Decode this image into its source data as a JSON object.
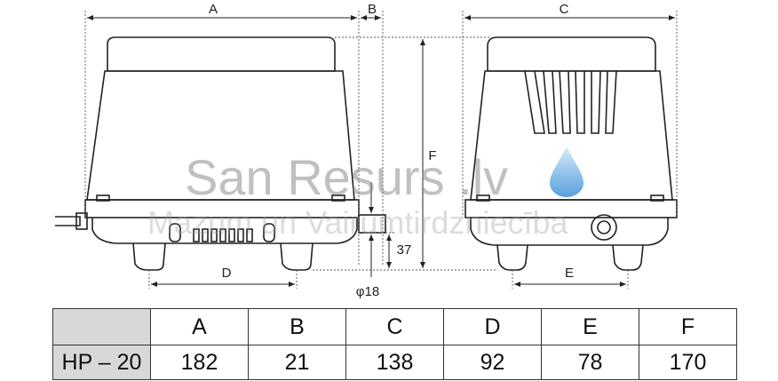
{
  "dimension_labels": {
    "a": "A",
    "b": "B",
    "c": "C",
    "d": "D",
    "e": "E",
    "f": "F",
    "height_37": "37",
    "diameter": "φ18"
  },
  "watermark": {
    "brand": "San Resurs .lv",
    "tagline": "Mazum un Vairumtirdzniecība"
  },
  "table": {
    "headers": [
      "",
      "A",
      "B",
      "C",
      "D",
      "E",
      "F"
    ],
    "rows": [
      [
        "HP – 20",
        "182",
        "21",
        "138",
        "92",
        "78",
        "170"
      ]
    ]
  },
  "colors": {
    "line": "#222222",
    "table_header_bg": "#d8d8d8",
    "drop_light": "#a9d4f2",
    "drop_dark": "#3a8fd6"
  }
}
